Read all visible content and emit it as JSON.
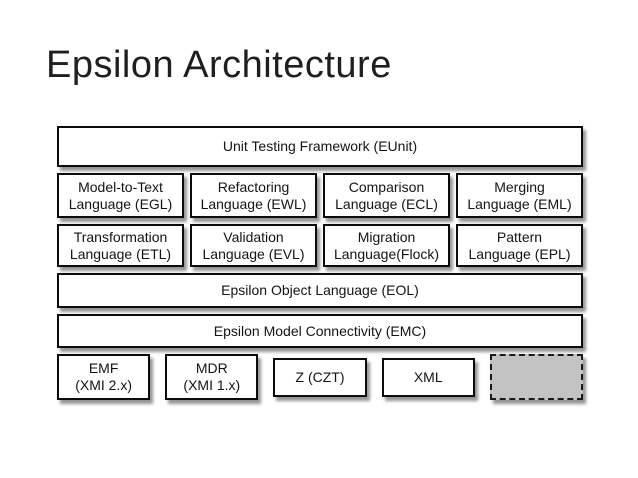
{
  "slide": {
    "title": "Epsilon Architecture"
  },
  "diagram": {
    "unit_testing": {
      "label": "Unit Testing Framework (EUnit)"
    },
    "row2": [
      {
        "line1": "Model-to-Text",
        "line2": "Language (EGL)"
      },
      {
        "line1": "Refactoring",
        "line2": "Language (EWL)"
      },
      {
        "line1": "Comparison",
        "line2": "Language (ECL)"
      },
      {
        "line1": "Merging",
        "line2": "Language (EML)"
      }
    ],
    "row3": [
      {
        "line1": "Transformation",
        "line2": "Language (ETL)"
      },
      {
        "line1": "Validation",
        "line2": "Language (EVL)"
      },
      {
        "line1": "Migration",
        "line2": "Language(Flock)"
      },
      {
        "line1": "Pattern",
        "line2": "Language (EPL)"
      }
    ],
    "eol": {
      "label": "Epsilon Object Language (EOL)"
    },
    "emc": {
      "label": "Epsilon Model Connectivity (EMC)"
    },
    "bottom": [
      {
        "line1": "EMF",
        "line2": "(XMI 2.x)"
      },
      {
        "line1": "MDR",
        "line2": "(XMI 1.x)"
      },
      {
        "label": "Z (CZT)"
      },
      {
        "label": "XML"
      },
      {
        "label": ""
      }
    ],
    "colors": {
      "box_fill": "#ffffff",
      "box_border": "#0b0b0b",
      "shadow": "rgba(0,0,0,0.42)",
      "dashed_fill": "#c3c3c3",
      "title_color": "#1f1f1f"
    }
  }
}
